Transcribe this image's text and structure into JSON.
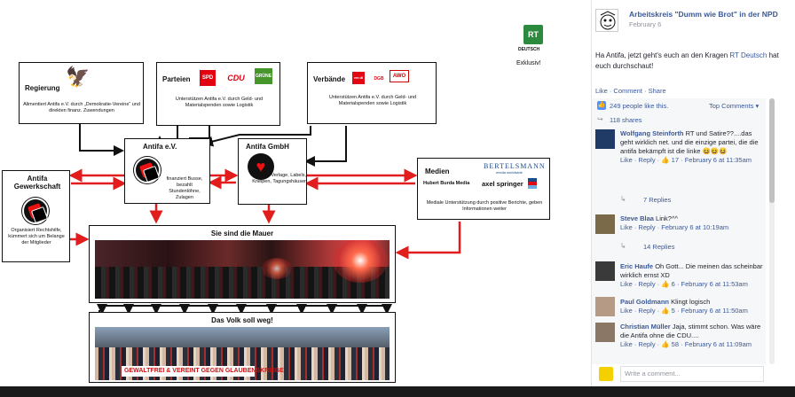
{
  "diagram": {
    "boxes": {
      "regierung": {
        "title": "Regierung",
        "text": "Alimentiert Antifa e.V. durch „Demokratie-Vereine“ und direkten finanz. Zuwendungen"
      },
      "parteien": {
        "title": "Parteien",
        "text": "Unterstützen Antifa e.V. durch Geld- und Materialspenden sowie Logistik",
        "logos": [
          "SPD",
          "CDU",
          "GRÜNE"
        ]
      },
      "verbaende": {
        "title": "Verbände",
        "text": "Unterstützen Antifa e.V. durch Geld- und Materialspenden sowie Logistik",
        "logos": [
          "ver.di",
          "DGB",
          "AWO"
        ]
      },
      "antifa_ev": {
        "title": "Antifa e.V.",
        "text": "finanziert Busse, bezahlt Stundenlöhne, Zulagen"
      },
      "antifa_gmbh": {
        "title": "Antifa GmbH",
        "text": "Verlage, Labels, Kneipen, Tagungshäuser"
      },
      "gewerkschaft": {
        "title": "Antifa Gewerkschaft",
        "text": "Organisiert Rechtshilfe, kümmert sich um Belange der Mitglieder"
      },
      "medien": {
        "title": "Medien",
        "text": "Mediale Unterstützung durch positive Berichte, geben Informationen weiter",
        "logos": [
          "BERTELSMANN",
          "Hubert Burda Media",
          "axel springer"
        ],
        "bertelsmann_sub": "media worldwide"
      }
    },
    "mauer_title": "Sie sind die Mauer",
    "volk_title": "Das Volk soll weg!",
    "banner_text": "GEWALTFREI & VEREINT GEGEN GLAUBENSKRIEGE",
    "rt": {
      "logo": "RT",
      "sub": "DEUTSCH",
      "exklusiv": "Exklusiv!"
    }
  },
  "post": {
    "page_name": "Arbeitskreis \"Dumm wie Brot\" in der NPD",
    "date": "February 6",
    "text_before": "Ha Antifa, jetzt geht's euch an den Kragen ",
    "text_link": "RT Deutsch",
    "text_after": " hat euch durchschaut!",
    "actions": "Like · Comment · Share",
    "likes": "249 people like this.",
    "top_comments": "Top Comments",
    "shares": "118 shares",
    "write_placeholder": "Write a comment..."
  },
  "comments": [
    {
      "name": "Wolfgang Steinforth",
      "text": "RT und Satire??....das geht wirklich net. und die einzige partei, die die antifa bekämpft ist die linke 😆😆😆",
      "meta": "Like · Reply · 👍 17 · February 6 at 11:35am",
      "replies": "7 Replies"
    },
    {
      "name": "Steve Blaa",
      "text": "Link?^^",
      "meta": "Like · Reply · February 6 at 10:19am",
      "replies": "14 Replies"
    },
    {
      "name": "Eric Haufe",
      "text": "Oh Gott... Die meinen das scheinbar wirklich ernst XD",
      "meta": "Like · Reply · 👍 6 · February 6 at 11:53am"
    },
    {
      "name": "Paul Goldmann",
      "text": "Klingt logisch",
      "meta": "Like · Reply · 👍 5 · February 6 at 11:50am"
    },
    {
      "name": "Christian Müller",
      "text": "Jaja, stimmt schon. Was wäre die Antifa ohne die CDU....",
      "meta": "Like · Reply · 👍 58 · February 6 at 11:09am"
    }
  ],
  "colors": {
    "fb_link": "#3b5998",
    "arrow_red": "#e11d1d",
    "rt_green": "#2b8a3e"
  }
}
